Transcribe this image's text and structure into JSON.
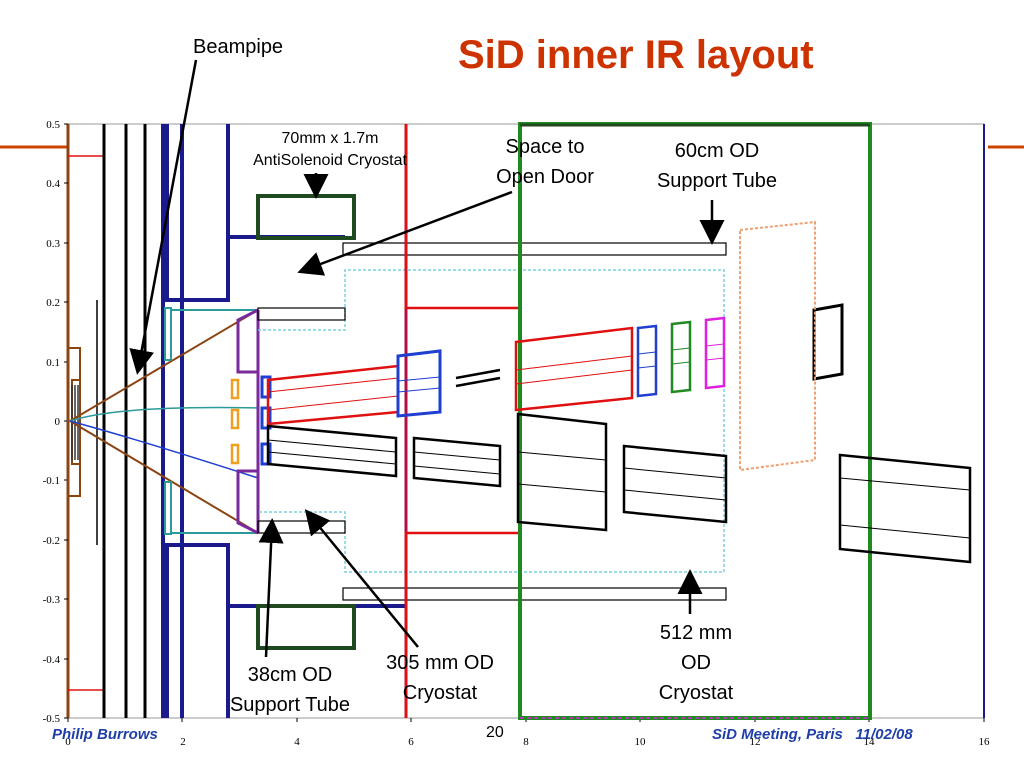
{
  "slide": {
    "title": "SiD inner IR layout",
    "page_number": "20",
    "footer_left": "Philip Burrows",
    "footer_right_place": "SiD Meeting, Paris",
    "footer_right_date": "11/02/08"
  },
  "labels": {
    "beampipe": "Beampipe",
    "antisolenoid_line1": "70mm x 1.7m",
    "antisolenoid_line2": "AntiSolenoid Cryostat",
    "space_door_line1": "Space to",
    "space_door_line2": "Open Door",
    "tube60_line1": "60cm OD",
    "tube60_line2": "Support Tube",
    "cryo512_line1": "512 mm",
    "cryo512_line2": "OD",
    "cryo512_line3": "Cryostat",
    "cryo305_line1": "305 mm OD",
    "cryo305_line2": "Cryostat",
    "tube38_line1": "38cm OD",
    "tube38_line2": "Support Tube"
  },
  "axes": {
    "y_ticks": [
      "0.5",
      "0.4",
      "0.3",
      "0.2",
      "0.1",
      "0",
      "-0.1",
      "-0.2",
      "-0.3",
      "-0.4",
      "-0.5"
    ],
    "x_ticks": [
      "0",
      "2",
      "4",
      "6",
      "8",
      "10",
      "12",
      "14",
      "16"
    ],
    "x_range": [
      0,
      16
    ],
    "y_range": [
      -0.5,
      0.5
    ]
  },
  "colors": {
    "title": "#cc3300",
    "footer": "#1f3fa8",
    "accent_rule": "#cc4400",
    "navy": "#1a1a8c",
    "green_frame": "#1f8a1f",
    "dark_green": "#1f4a1f",
    "red": "#e01010",
    "blue": "#1f3fd0",
    "purple": "#7a2a9a",
    "magenta": "#e020e0",
    "teal": "#2a9a9a",
    "orange": "#f0a020",
    "brown": "#8b4513",
    "salmon": "#f0a070",
    "crimson": "#b01040"
  }
}
